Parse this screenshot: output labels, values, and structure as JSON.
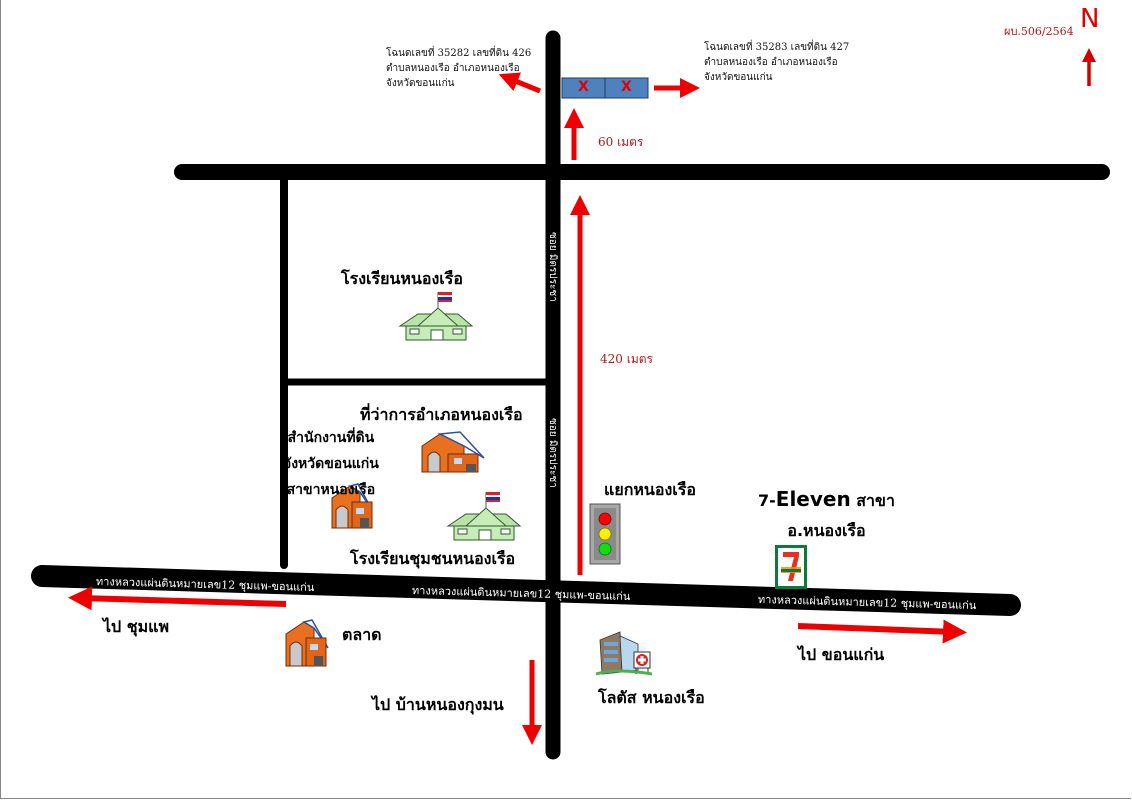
{
  "map": {
    "reference_code": "ผบ.506/2564",
    "north_label": "N",
    "colors": {
      "road": "#000000",
      "arrow": "#ee0000",
      "plot_fill": "#4f81bd",
      "plot_mark": "#e00000",
      "distance_text": "#b01818"
    },
    "plots": {
      "marks": [
        "X",
        "X"
      ],
      "left_deed": {
        "line1": "โฉนดเลขที่ 35282 เลขที่ดิน 426",
        "line2": "ตำบลหนองเรือ อำเภอหนองเรือ",
        "line3": "จังหวัดขอนแก่น"
      },
      "right_deed": {
        "line1": "โฉนดเลขที่ 35283 เลขที่ดิน 427",
        "line2": "ตำบลหนองเรือ อำเภอหนองเรือ",
        "line3": "จังหวัดขอนแก่น"
      }
    },
    "distances": {
      "short": "60 เมตร",
      "long": "420 เมตร"
    },
    "roads": {
      "soi_upper": "ซอย มิตรประชา",
      "soi_lower": "ซอย มิตรประชา",
      "highway_left": "ทางหลวงแผ่นดินหมายเลข12 ชุมแพ-ขอนแก่น",
      "highway_center": "ทางหลวงแผ่นดินหมายเลข12 ชุมแพ-ขอนแก่น",
      "highway_right": "ทางหลวงแผ่นดินหมายเลข12 ชุมแพ-ขอนแก่น"
    },
    "landmarks": {
      "school_nongruea": "โรงเรียนหนองเรือ",
      "district_office": "ที่ว่าการอำเภอหนองเรือ",
      "land_office_line1": "สำนักงานที่ดิน",
      "land_office_line2": "จังหวัดขอนแก่น",
      "land_office_line3": "สาขาหนองเรือ",
      "community_school": "โรงเรียนชุมชนหนองเรือ",
      "intersection": "แยกหนองเรือ",
      "seven_eleven_prefix": "7-",
      "seven_eleven_brand": "Eleven",
      "seven_eleven_suffix": " สาขา",
      "seven_eleven_line2": "อ.หนองเรือ",
      "market": "ตลาด",
      "lotus": "โลตัส หนองเรือ"
    },
    "directions": {
      "to_chumphae": "ไป ชุมแพ",
      "to_khonkaen": "ไป ขอนแก่น",
      "to_ban_nong_kung_mon": "ไป บ้านหนองกุงมน"
    },
    "icons": {
      "school": "school-building-icon",
      "house": "orange-house-icon",
      "traffic_light": "traffic-light-icon",
      "seven_eleven": "seven-eleven-logo-icon",
      "hospital": "hospital-building-icon",
      "north_arrow": "north-arrow-icon"
    }
  }
}
